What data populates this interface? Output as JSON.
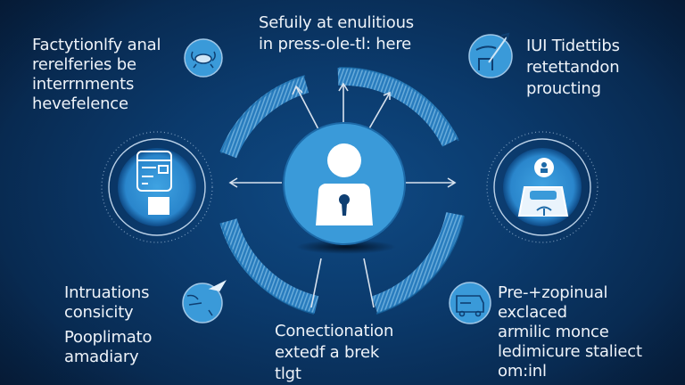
{
  "colors": {
    "background_center": "#0f4a84",
    "background_edge": "#061d3a",
    "accent_blue": "#3a9ad9",
    "light_blue": "#5fb4e8",
    "text": "#eef3f9",
    "arrow": "#d8e2ee"
  },
  "center": {
    "icon": "user-lock-icon",
    "label": "central user identity node"
  },
  "nodes": {
    "left": {
      "icon": "document-calendar-icon"
    },
    "right": {
      "icon": "user-device-icon"
    },
    "top_left_badge": {
      "icon": "crab-bug-icon"
    },
    "top_right_badge": {
      "icon": "box-tool-icon"
    },
    "bottom_left_badge": {
      "icon": "globe-plane-icon"
    },
    "bottom_right_badge": {
      "icon": "vehicle-icon"
    }
  },
  "text_blocks": {
    "top_left": [
      "Factytionlfy anal",
      "rerelferies be",
      "interrnments",
      "hevefelence"
    ],
    "top_center": [
      "Sefuily at enulitious",
      "in press-ole-tl: here"
    ],
    "top_right": [
      "IUI Tidettibs",
      "retettandon",
      "proucting"
    ],
    "bottom_left": [
      "Intruations",
      "consicity",
      "Pooplimato",
      "amadiary"
    ],
    "bottom_center": [
      "Conectionation",
      "extedf a brek",
      "tlgt"
    ],
    "bottom_right": [
      "Pre-+zopinual",
      "exclaced",
      "armilic monce",
      "ledimicure staliect",
      "om:inl"
    ]
  }
}
